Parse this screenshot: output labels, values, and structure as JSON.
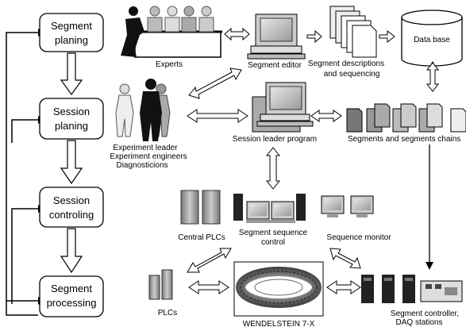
{
  "process_steps": [
    {
      "line1": "Segment",
      "line2": "planing"
    },
    {
      "line1": "Session",
      "line2": "planing"
    },
    {
      "line1": "Session",
      "line2": "controling"
    },
    {
      "line1": "Segment",
      "line2": "processing"
    }
  ],
  "labels": {
    "experts": "Experts",
    "segment_editor": "Segment editor",
    "segment_descriptions_1": "Segment descriptions",
    "segment_descriptions_2": "and  sequencing",
    "database": "Data base",
    "experiment_leader": "Experiment leader",
    "experiment_engineers": "Experiment engineers",
    "diagnosticians": "Diagnosticions",
    "session_leader_program": "Session leader program",
    "segments_chains": "Segments and segments chains",
    "central_plcs": "Central PLCs",
    "segment_sequence_1": "Segment sequence",
    "segment_sequence_2": "control",
    "sequence_monitor": "Sequence monitor",
    "plcs": "PLCs",
    "wendelstein": "WENDELSTEIN 7-X",
    "segment_controller_1": "Segment controller,",
    "segment_controller_2": "DAQ stations"
  }
}
